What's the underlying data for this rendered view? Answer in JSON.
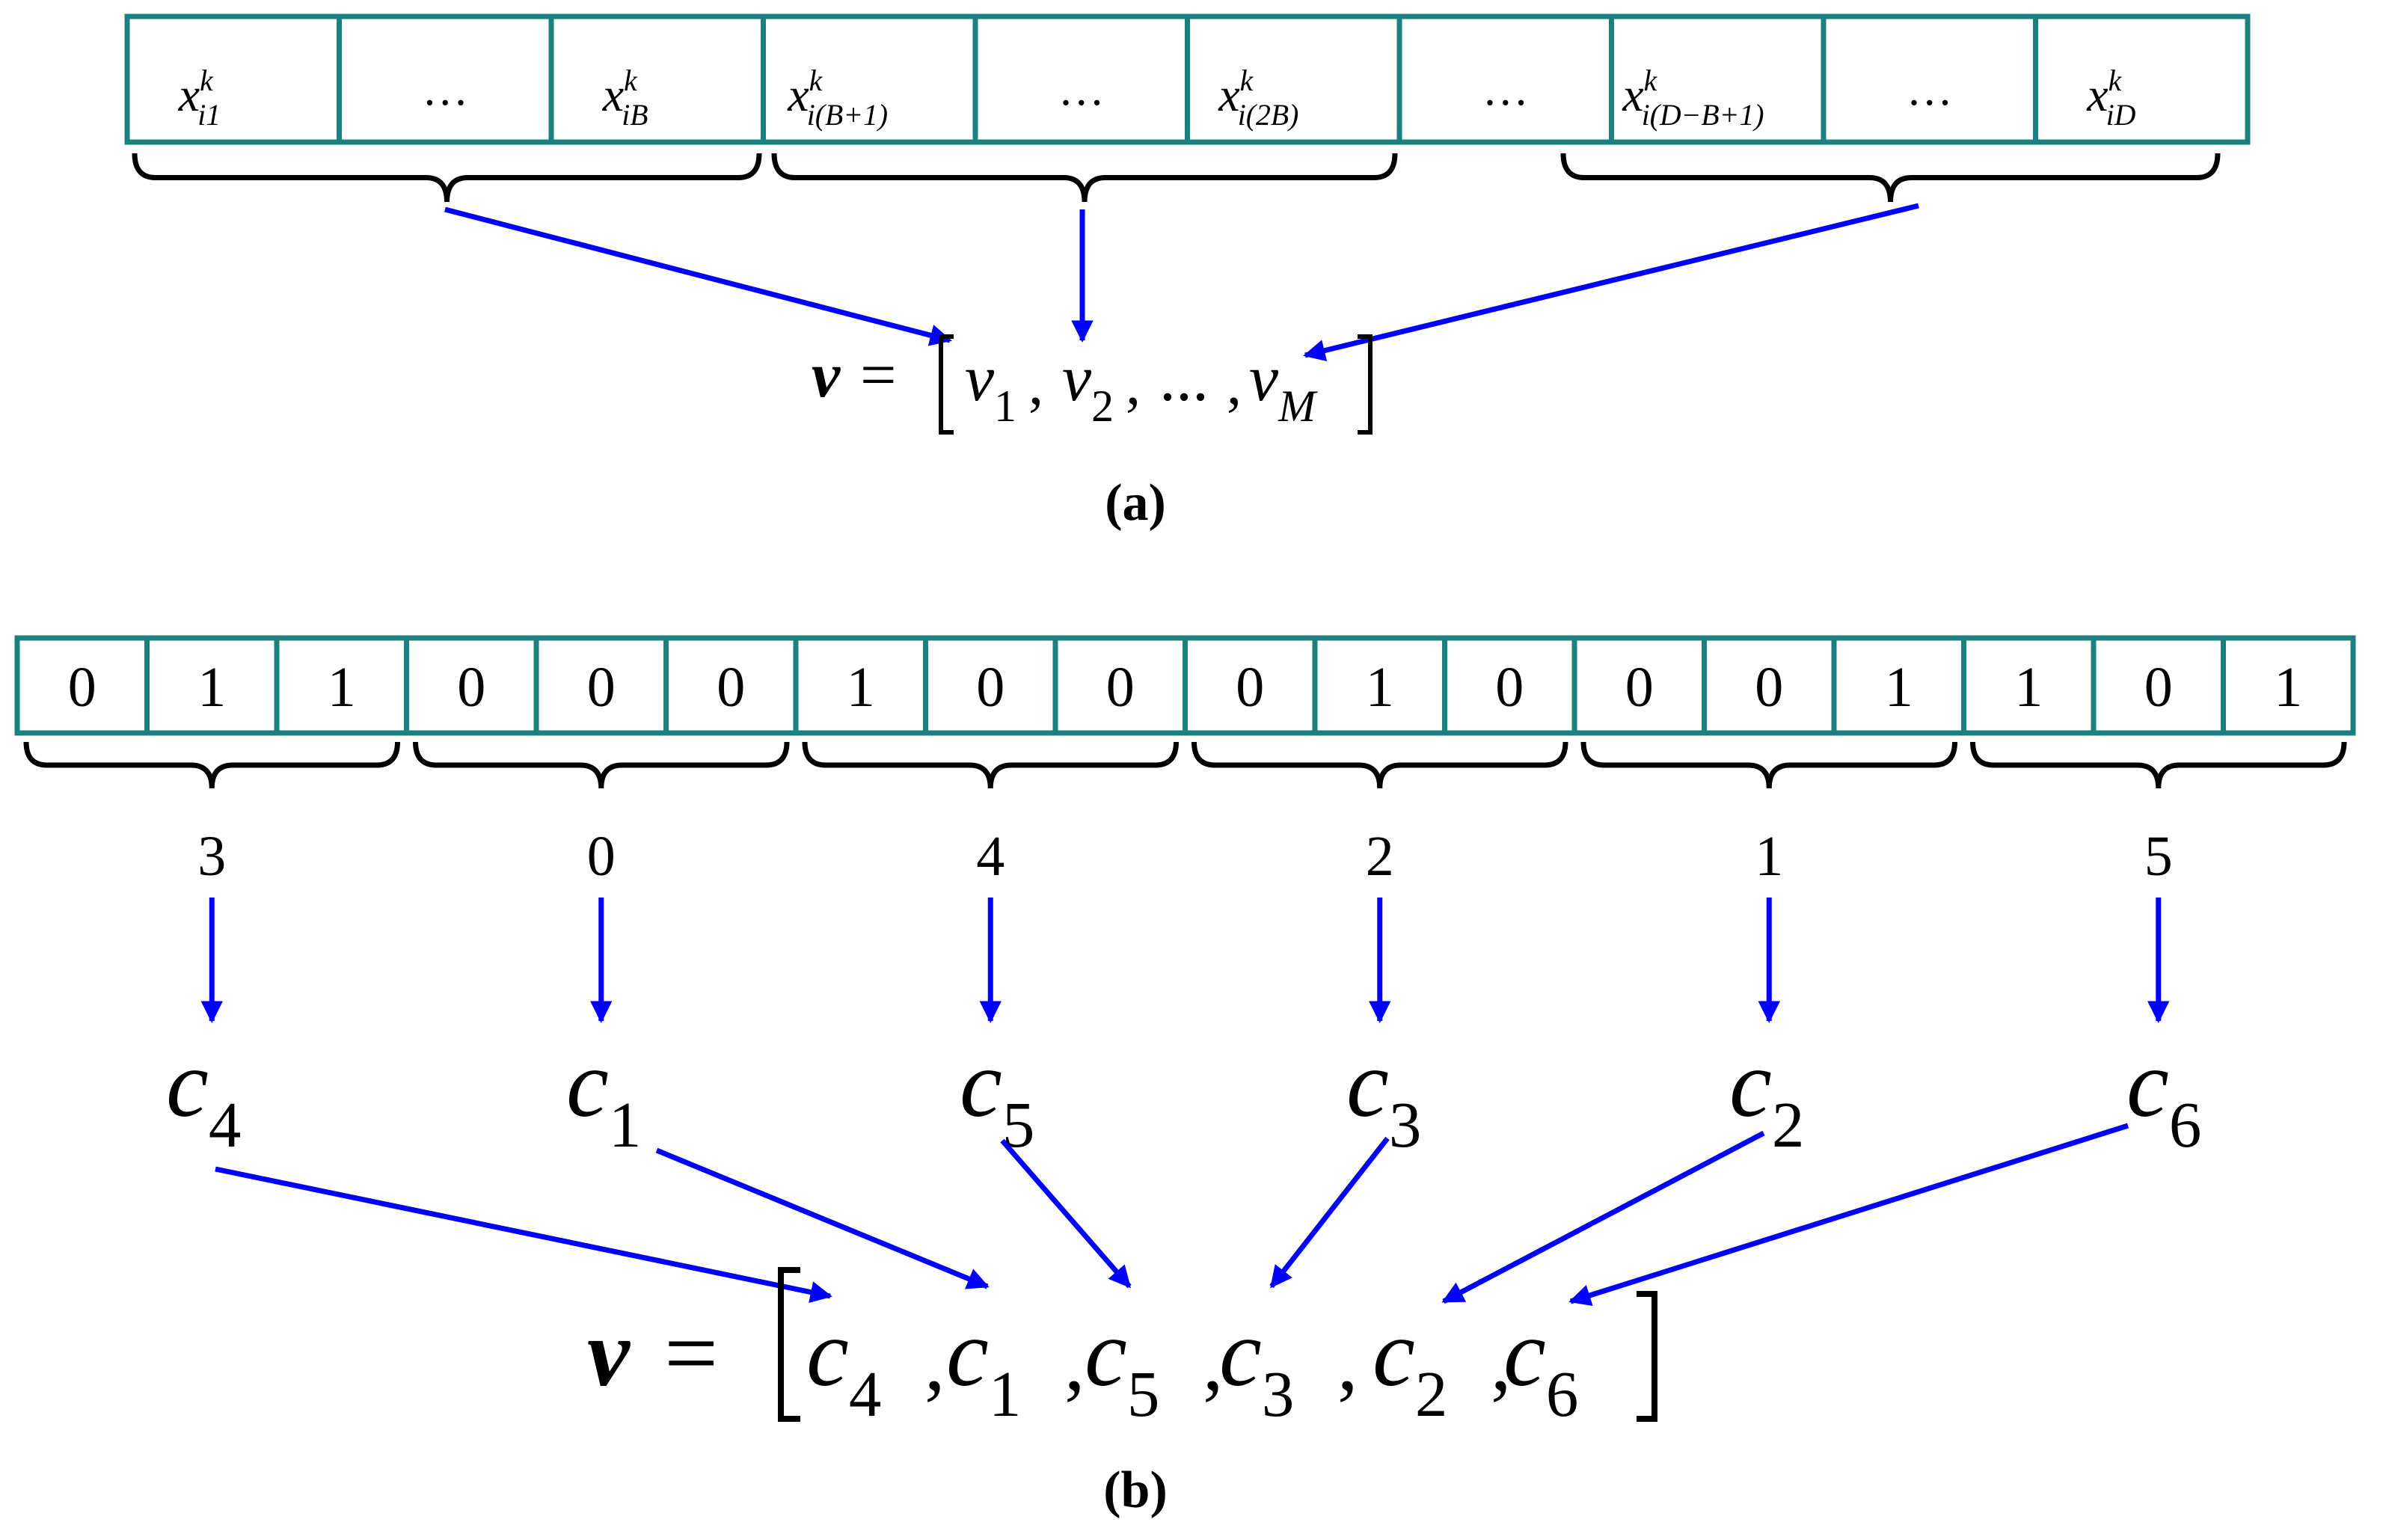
{
  "colors": {
    "cell_border": "#1a8080",
    "arrow": "#0000ff",
    "text": "#000000",
    "background": "#ffffff"
  },
  "part_a": {
    "caption": "(a)",
    "cells": [
      {
        "base": "x",
        "sub": "i1",
        "sup": "k"
      },
      {
        "text": "…"
      },
      {
        "base": "x",
        "sub": "iB",
        "sup": "k"
      },
      {
        "base": "x",
        "sub": "i(B+1)",
        "sup": "k"
      },
      {
        "text": "…"
      },
      {
        "base": "x",
        "sub": "i(2B)",
        "sup": "k"
      },
      {
        "text": "…"
      },
      {
        "base": "x",
        "sub": "i(D−B+1)",
        "sup": "k"
      },
      {
        "text": "…"
      },
      {
        "base": "x",
        "sub": "iD",
        "sup": "k"
      }
    ],
    "equation": {
      "lhs": "v",
      "equals": "=",
      "items": [
        {
          "base": "v",
          "sub": "1"
        },
        {
          "base": "v",
          "sub": "2"
        },
        {
          "text": "..."
        },
        {
          "base": "v",
          "sub": "M"
        }
      ],
      "separator": ","
    }
  },
  "part_b": {
    "caption": "(b)",
    "bits": [
      "0",
      "1",
      "1",
      "0",
      "0",
      "0",
      "1",
      "0",
      "0",
      "0",
      "1",
      "0",
      "0",
      "0",
      "1",
      "1",
      "0",
      "1"
    ],
    "group_values": [
      "3",
      "0",
      "4",
      "2",
      "1",
      "5"
    ],
    "group_codes": [
      {
        "base": "c",
        "sub": "4"
      },
      {
        "base": "c",
        "sub": "1"
      },
      {
        "base": "c",
        "sub": "5"
      },
      {
        "base": "c",
        "sub": "3"
      },
      {
        "base": "c",
        "sub": "2"
      },
      {
        "base": "c",
        "sub": "6"
      }
    ],
    "equation": {
      "lhs": "v",
      "equals": "=",
      "items": [
        {
          "base": "c",
          "sub": "4"
        },
        {
          "base": "c",
          "sub": "1"
        },
        {
          "base": "c",
          "sub": "5"
        },
        {
          "base": "c",
          "sub": "3"
        },
        {
          "base": "c",
          "sub": "2"
        },
        {
          "base": "c",
          "sub": "6"
        }
      ],
      "separator": ","
    }
  }
}
